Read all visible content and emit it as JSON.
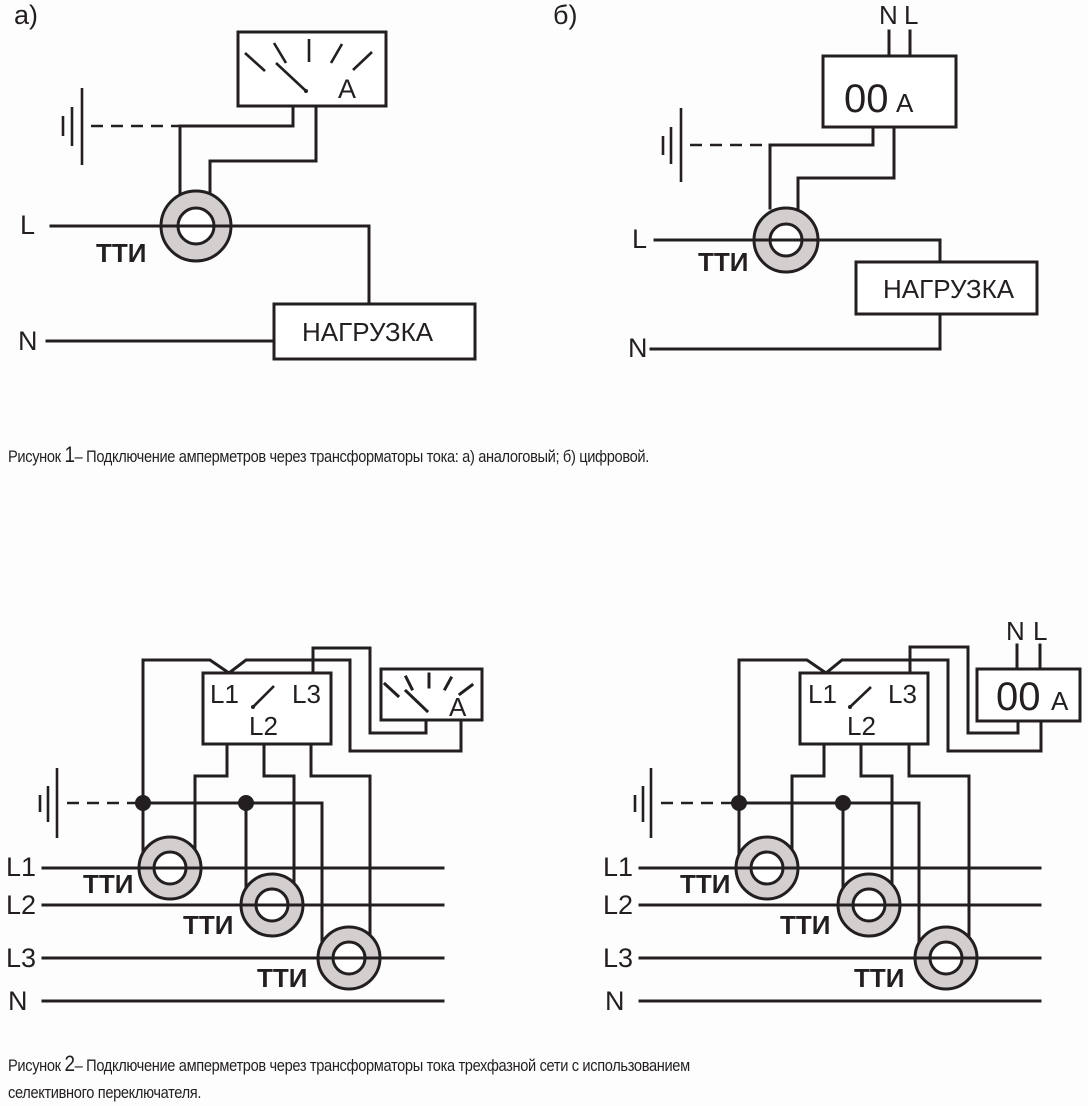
{
  "figure1": {
    "panel_a": {
      "panel_label": "а)",
      "meter_type": "analog",
      "meter_unit": "A",
      "phase_label": "L",
      "neutral_label": "N",
      "ct_label": "ТТИ",
      "load_label": "НАГРУЗКА"
    },
    "panel_b": {
      "panel_label": "б)",
      "meter_type": "digital",
      "meter_display": "00",
      "meter_unit": "A",
      "supply_n_label": "N",
      "supply_l_label": "L",
      "phase_label": "L",
      "neutral_label": "N",
      "ct_label": "ТТИ",
      "load_label": "НАГРУЗКА"
    },
    "caption": {
      "prefix": "Рисунок",
      "number": "1",
      "text": "– Подключение амперметров через трансформаторы тока: а) аналоговый; б) цифровой."
    }
  },
  "figure2": {
    "left": {
      "meter_type": "analog",
      "meter_unit": "A",
      "switch_labels": [
        "L1",
        "L2",
        "L3"
      ],
      "line_labels": [
        "L1",
        "L2",
        "L3",
        "N"
      ],
      "ct_labels": [
        "ТТИ",
        "ТТИ",
        "ТТИ"
      ]
    },
    "right": {
      "meter_type": "digital",
      "meter_display": "00",
      "meter_unit": "A",
      "supply_n_label": "N",
      "supply_l_label": "L",
      "switch_labels": [
        "L1",
        "L2",
        "L3"
      ],
      "line_labels": [
        "L1",
        "L2",
        "L3",
        "N"
      ],
      "ct_labels": [
        "ТТИ",
        "ТТИ",
        "ТТИ"
      ]
    },
    "caption": {
      "prefix": "Рисунок",
      "number": "2",
      "line1": "– Подключение амперметров через трансформаторы тока трехфазной сети с использованием",
      "line2": "селективного переключателя."
    }
  },
  "colors": {
    "ink": "#231f20",
    "ct_ring": "#d3cfcf",
    "background": "#fdfdfe"
  }
}
